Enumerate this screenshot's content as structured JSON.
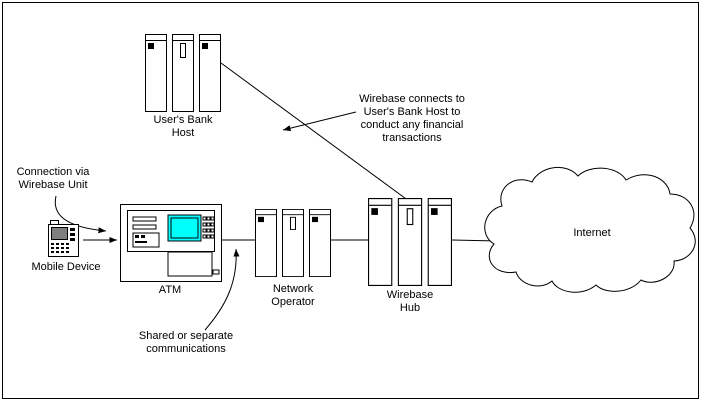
{
  "diagram": {
    "nodes": {
      "users_bank_host": {
        "label": "User's Bank\nHost"
      },
      "mobile_device": {
        "label": "Mobile Device"
      },
      "atm": {
        "label": "ATM"
      },
      "network_operator": {
        "label": "Network\nOperator"
      },
      "wirebase_hub": {
        "label": "Wirebase\nHub"
      },
      "internet": {
        "label": "Internet"
      }
    },
    "annotations": {
      "connection_via": {
        "text": "Connection via\nWirebase Unit"
      },
      "wirebase_connects": {
        "text": "Wirebase connects to\nUser's Bank Host to\nconduct any financial\ntransactions"
      },
      "shared_communications": {
        "text": "Shared or separate\ncommunications"
      }
    },
    "colors": {
      "line": "#000000",
      "background": "#ffffff",
      "atm_screen": "#00ffff",
      "mobile_screen": "#808080"
    }
  }
}
